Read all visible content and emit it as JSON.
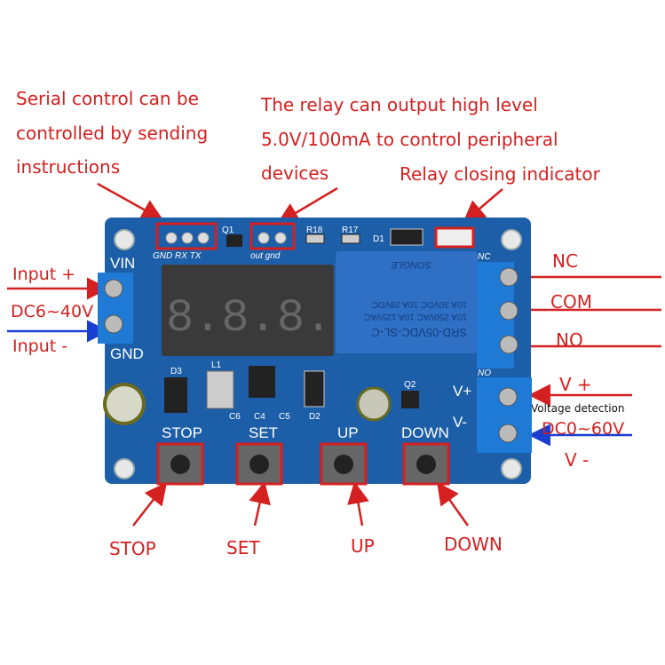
{
  "annotations": {
    "serial": [
      "Serial control can be",
      "controlled by sending",
      "instructions"
    ],
    "relay_output": [
      "The relay can output high level",
      "5.0V/100mA to control peripheral",
      "devices"
    ],
    "indicator": "Relay closing indicator",
    "input_plus": "Input +",
    "input_range": "DC6~40V",
    "input_minus": "Input -",
    "nc": "NC",
    "com": "COM",
    "no": "NO",
    "v_plus": "V +",
    "voltage_detection": "Voltage detection",
    "detect_range": "DC0~60V",
    "v_minus": "V -",
    "stop": "STOP",
    "set": "SET",
    "up": "UP",
    "down": "DOWN"
  },
  "board": {
    "serial_pins": "GND RX TX",
    "out_pins": "out gnd",
    "vin": "VIN",
    "gnd": "GND",
    "nc": "NC",
    "no": "NO",
    "v_plus": "V+",
    "v_minus": "V-",
    "buttons": [
      "STOP",
      "SET",
      "UP",
      "DOWN"
    ],
    "parts": [
      "Q1",
      "R18",
      "R17",
      "D1",
      "D3",
      "L1",
      "C6",
      "C4",
      "C5",
      "D2",
      "Q2"
    ],
    "display": "8.8.8.",
    "relay": [
      "SRD-05VDC-SL-C",
      "10A 250VAC  10A 125VAC",
      "10A 30VDC  10A 28VDC",
      "SONGLE"
    ]
  },
  "colors": {
    "annotation": "#d42020",
    "arrow_minus": "#1a3fd0",
    "pcb": "#1d5ea8",
    "relay": "#2f6fc4",
    "terminal": "#1f7ad6"
  }
}
